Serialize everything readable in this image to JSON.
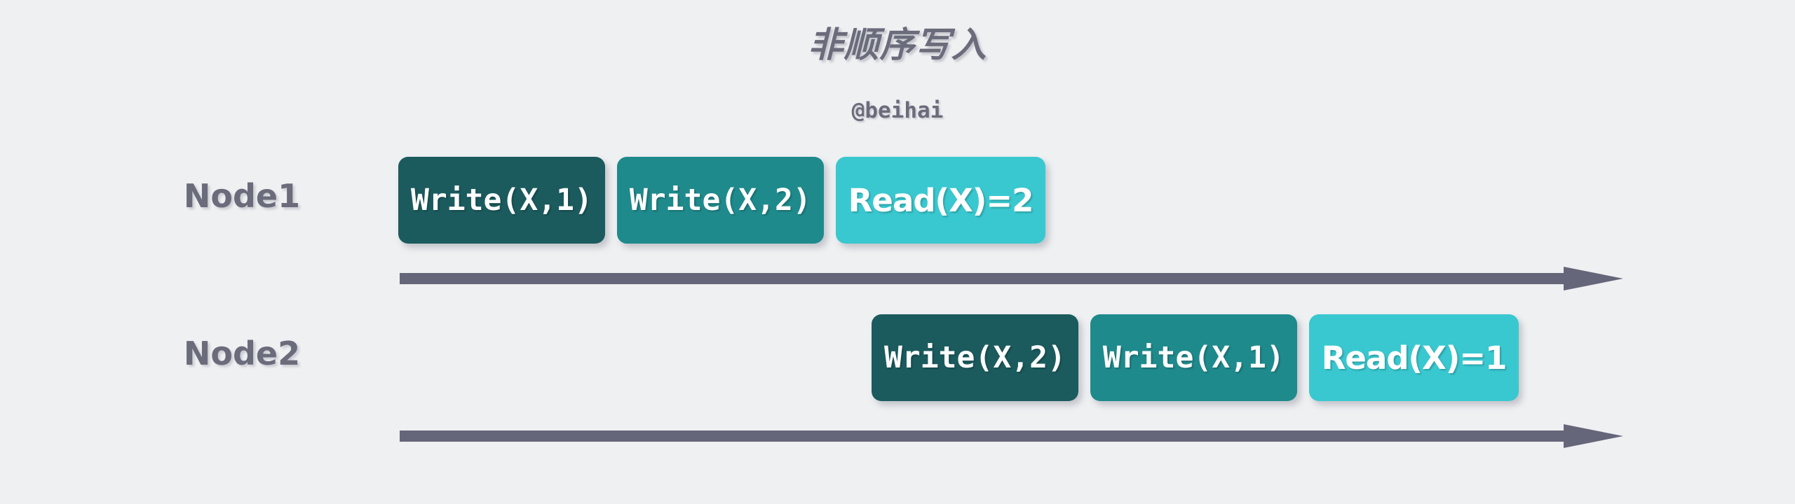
{
  "diagram": {
    "title": "非顺序写入",
    "subtitle": "@beihai",
    "background_color": "#eff0f2",
    "text_color": "#6b6c7b",
    "arrow_color": "#66667a",
    "type": "sequence-timeline",
    "rows": [
      {
        "label": "Node1",
        "operations": [
          {
            "text": "Write(X,1)",
            "color": "#1b5b5e",
            "style": "mono"
          },
          {
            "text": "Write(X,2)",
            "color": "#1f8a8c",
            "style": "mono"
          },
          {
            "text": "Read(X)=2",
            "color": "#39c8cf",
            "style": "prop"
          }
        ],
        "timeline_label": ""
      },
      {
        "label": "Node2",
        "operations": [
          {
            "text": "Write(X,2)",
            "color": "#1b5b5e",
            "style": "mono"
          },
          {
            "text": "Write(X,1)",
            "color": "#1f8a8c",
            "style": "mono"
          },
          {
            "text": "Read(X)=1",
            "color": "#39c8cf",
            "style": "prop"
          }
        ],
        "timeline_label": ""
      }
    ]
  }
}
